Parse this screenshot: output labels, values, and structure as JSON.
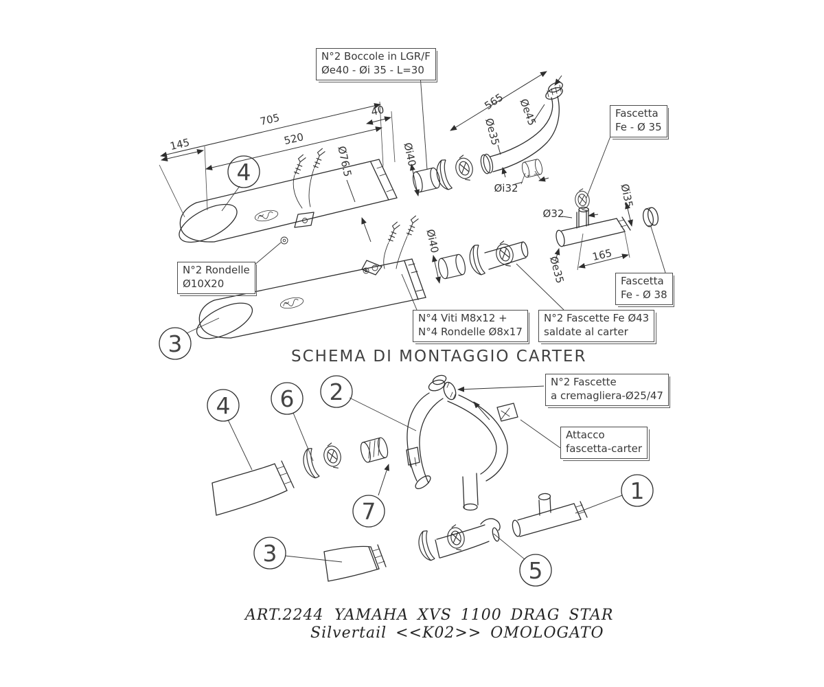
{
  "colors": {
    "line": "#2e2e2e",
    "text": "#3a3a3a",
    "background": "#ffffff"
  },
  "heading": "SCHEMA DI MONTAGGIO CARTER",
  "footer": {
    "art_number": "ART.2244",
    "model": "YAMAHA XVS 1100 DRAG STAR",
    "homologation": "Silvertail <<K02>> OMOLOGATO"
  },
  "callouts": {
    "boccole": {
      "line1": "N°2 Boccole in LGR/F",
      "line2": "Øe40 - Øi 35 - L=30"
    },
    "fascetta_35": {
      "line1": "Fascetta",
      "line2": "Fe - Ø 35"
    },
    "rondelle": {
      "line1": "N°2 Rondelle",
      "line2": "Ø10X20"
    },
    "viti": {
      "line1": "N°4 Viti M8x12 +",
      "line2": "N°4 Rondelle Ø8x17"
    },
    "fascette_43": {
      "line1": "N°2 Fascette Fe Ø43",
      "line2": "saldate al carter"
    },
    "fascetta_38": {
      "line1": "Fascetta",
      "line2": "Fe - Ø 38"
    },
    "fascette_cremagliera": {
      "line1": "N°2 Fascette",
      "line2": "a cremagliera-Ø25/47"
    },
    "attacco": {
      "line1": "Attacco",
      "line2": "fascetta-carter"
    }
  },
  "dimensions": {
    "len_145": "145",
    "len_705": "705",
    "len_520": "520",
    "len_40": "40",
    "dia_76_5": "Ø76.5",
    "dia_i40_top": "Øi40",
    "len_565": "565",
    "dia_e35_top": "Øe35",
    "dia_e45": "Øe45",
    "dia_i32": "Øi32",
    "dia_32": "Ø32",
    "dia_i35": "Øi35",
    "len_165": "165",
    "dia_e35_mid": "Øe35",
    "dia_i40_mid": "Øi40"
  },
  "balloons": {
    "muffler_right": "4",
    "muffler_left": "3",
    "tip_right": "4",
    "clamp_shell": "6",
    "header": "2",
    "clamp_ring": "7",
    "tip_left": "3",
    "mid_pipe": "5",
    "t_pipe": "1"
  }
}
